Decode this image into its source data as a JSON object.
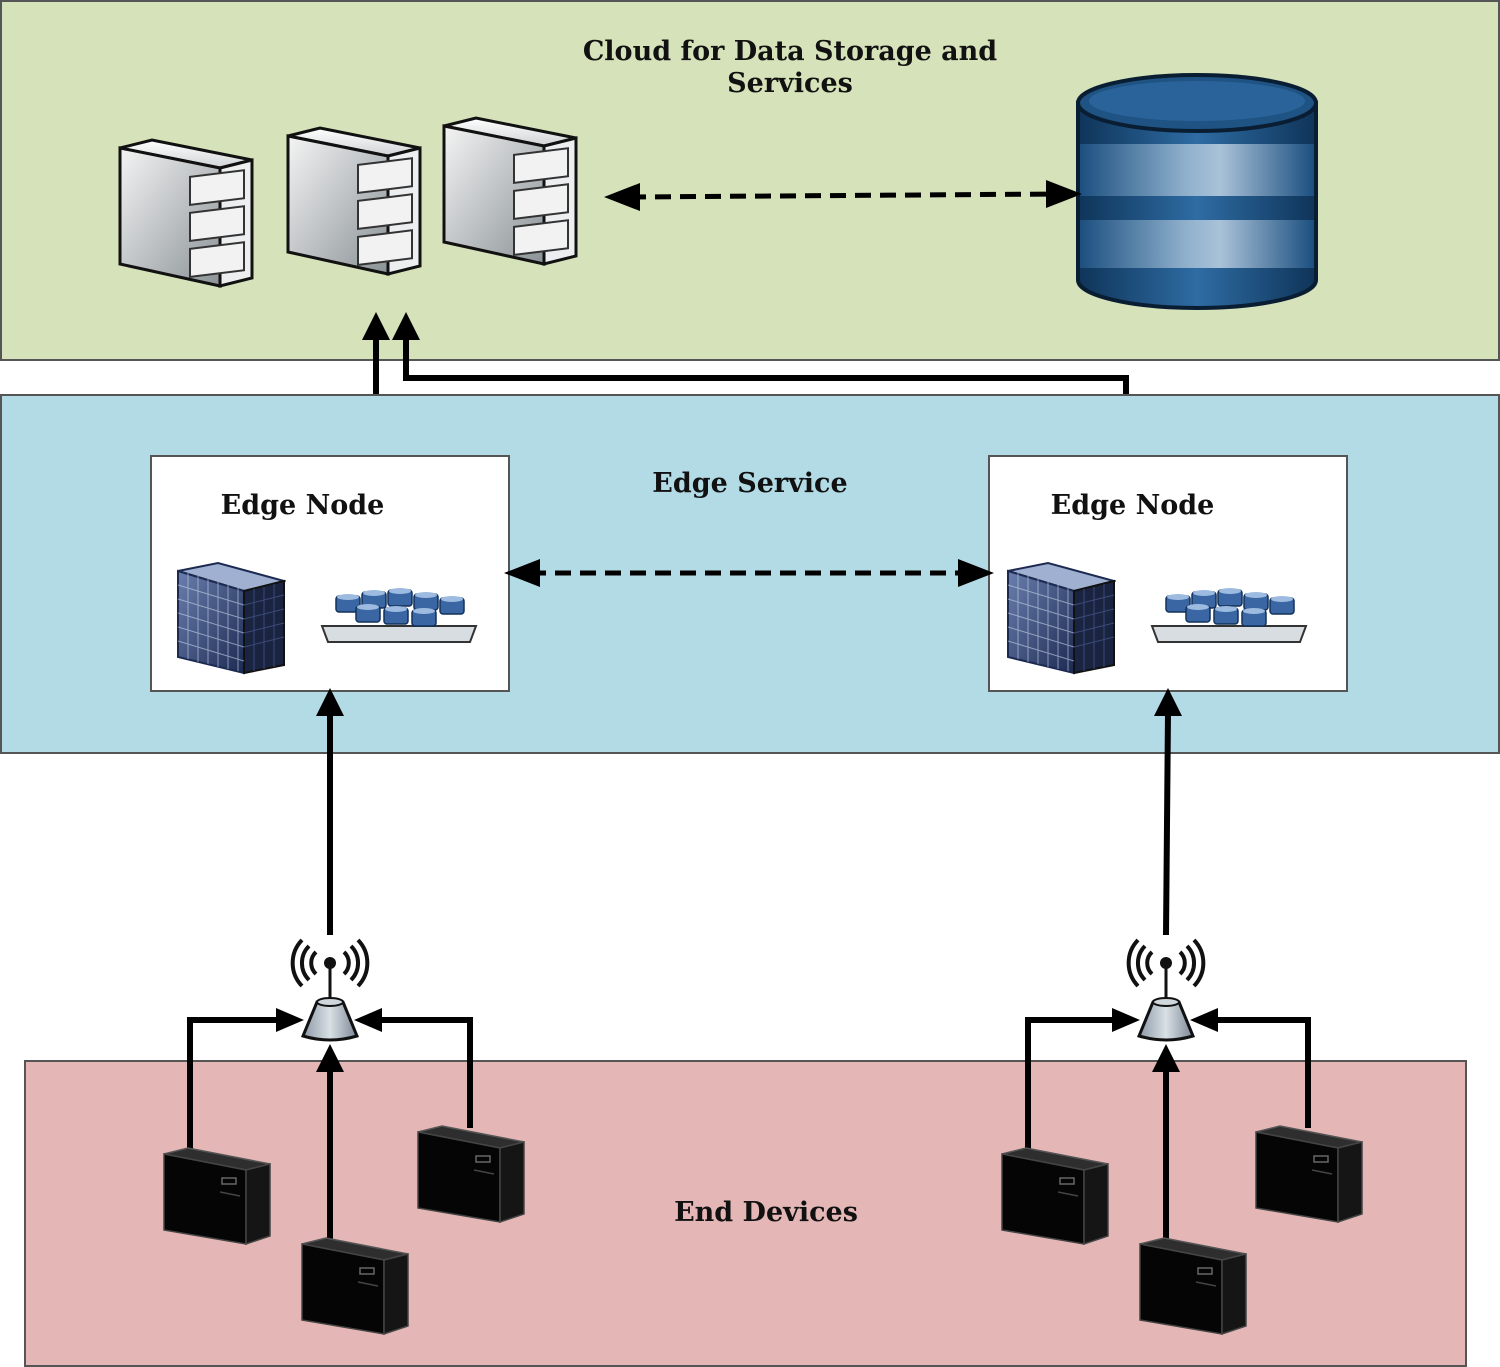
{
  "layers": {
    "cloud": {
      "label": "Cloud for Data Storage and Services",
      "color": "#d6e2b9"
    },
    "edge": {
      "label": "Edge Service",
      "color": "#b3dbe6"
    },
    "end": {
      "label": "End Devices",
      "color": "#e5b6b6"
    }
  },
  "edge_nodes": [
    {
      "label": "Edge Node"
    },
    {
      "label": "Edge Node"
    }
  ],
  "icons": {
    "server": "file-server-icon",
    "database": "database-cylinder-icon",
    "building": "datacenter-building-icon",
    "storage_array": "storage-array-icon",
    "access_point": "wireless-access-point-icon",
    "device": "end-device-tower-icon"
  }
}
